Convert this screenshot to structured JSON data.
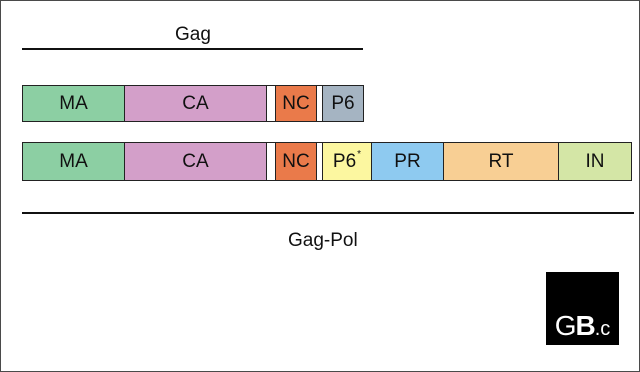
{
  "diagram": {
    "top_label": "Gag",
    "bottom_label": "Gag-Pol",
    "gag_row": [
      {
        "label": "MA",
        "color": "#8ccfa3"
      },
      {
        "label": "CA",
        "color": "#d39fc9"
      },
      {
        "label": "",
        "color": "#ffffff"
      },
      {
        "label": "NC",
        "color": "#ea7a4a"
      },
      {
        "label": "",
        "color": "#ffffff"
      },
      {
        "label": "P6",
        "color": "#a5b4c2"
      }
    ],
    "gagpol_row": [
      {
        "label": "MA",
        "color": "#8ccfa3"
      },
      {
        "label": "CA",
        "color": "#d39fc9"
      },
      {
        "label": "",
        "color": "#ffffff"
      },
      {
        "label": "NC",
        "color": "#ea7a4a"
      },
      {
        "label": "",
        "color": "#ffffff"
      },
      {
        "label": "P6",
        "sup": "*",
        "color": "#fcf7a0"
      },
      {
        "label": "PR",
        "color": "#8ecaf0"
      },
      {
        "label": "RT",
        "color": "#f8cf94"
      },
      {
        "label": "IN",
        "color": "#d4e6a6"
      }
    ]
  },
  "logo": {
    "text_part1": "G",
    "text_part2": "B",
    "text_part3": ".c"
  }
}
